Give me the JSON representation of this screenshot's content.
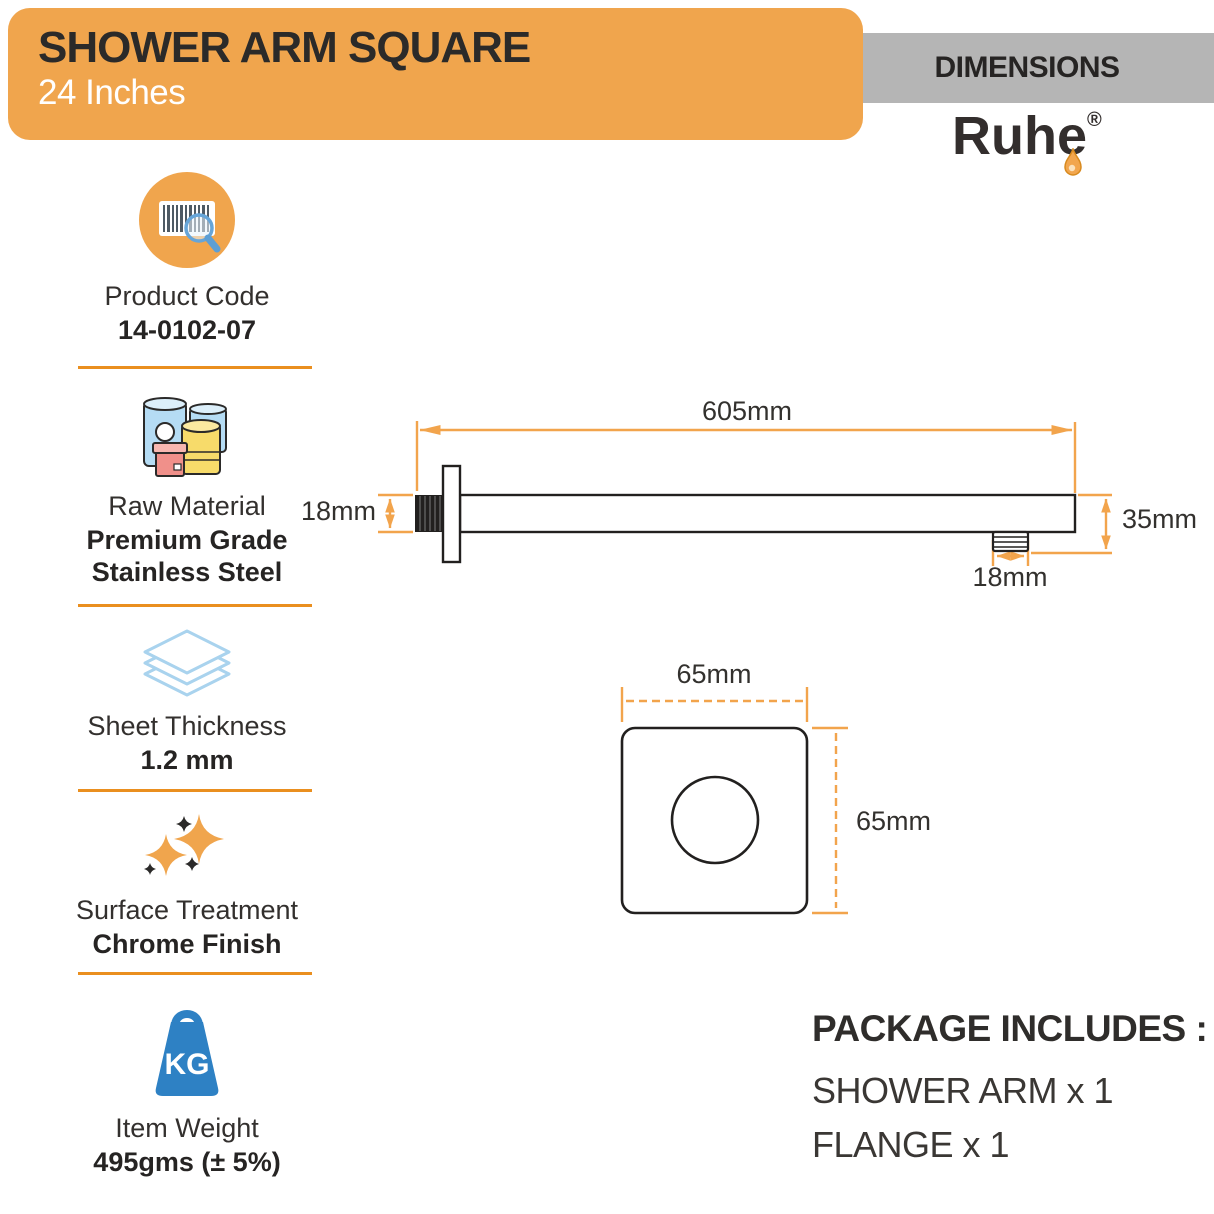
{
  "header": {
    "title": "SHOWER ARM SQUARE",
    "subtitle": "24 Inches",
    "banner_color": "#f0a54d"
  },
  "dimensions_banner": {
    "label": "DIMENSIONS",
    "color": "#b5b5b5"
  },
  "brand": {
    "name": "Ruhe",
    "registered_mark": "®"
  },
  "specs": [
    {
      "icon": "barcode-search-icon",
      "label": "Product Code",
      "value": "14-0102-07"
    },
    {
      "icon": "raw-material-icon",
      "label": "Raw Material",
      "value_line1": "Premium Grade",
      "value_line2": "Stainless Steel"
    },
    {
      "icon": "sheet-thickness-icon",
      "label": "Sheet Thickness",
      "value": "1.2 mm"
    },
    {
      "icon": "surface-treatment-icon",
      "label": "Surface Treatment",
      "value": "Chrome Finish"
    },
    {
      "icon": "item-weight-icon",
      "icon_text": "KG",
      "label": "Item Weight",
      "value": "495gms (± 5%)"
    }
  ],
  "drawing": {
    "arm": {
      "length": "605mm",
      "inlet_thread": "18mm",
      "arm_height": "35mm",
      "outlet_thread": "18mm"
    },
    "flange": {
      "width": "65mm",
      "height": "65mm"
    }
  },
  "package": {
    "heading": "PACKAGE INCLUDES :",
    "items": [
      "SHOWER ARM x 1",
      "FLANGE x 1"
    ]
  },
  "colors": {
    "accent_orange": "#f0a54d",
    "dimension_line": "#f2a44c",
    "divider_orange": "#ea8f1f",
    "dark_text": "#2b2a29",
    "gray_band": "#b5b5b5",
    "blue": "#2e81c4",
    "light_blue": "#a9d3ee",
    "yellow": "#f7db6a",
    "coral": "#f0908a"
  }
}
